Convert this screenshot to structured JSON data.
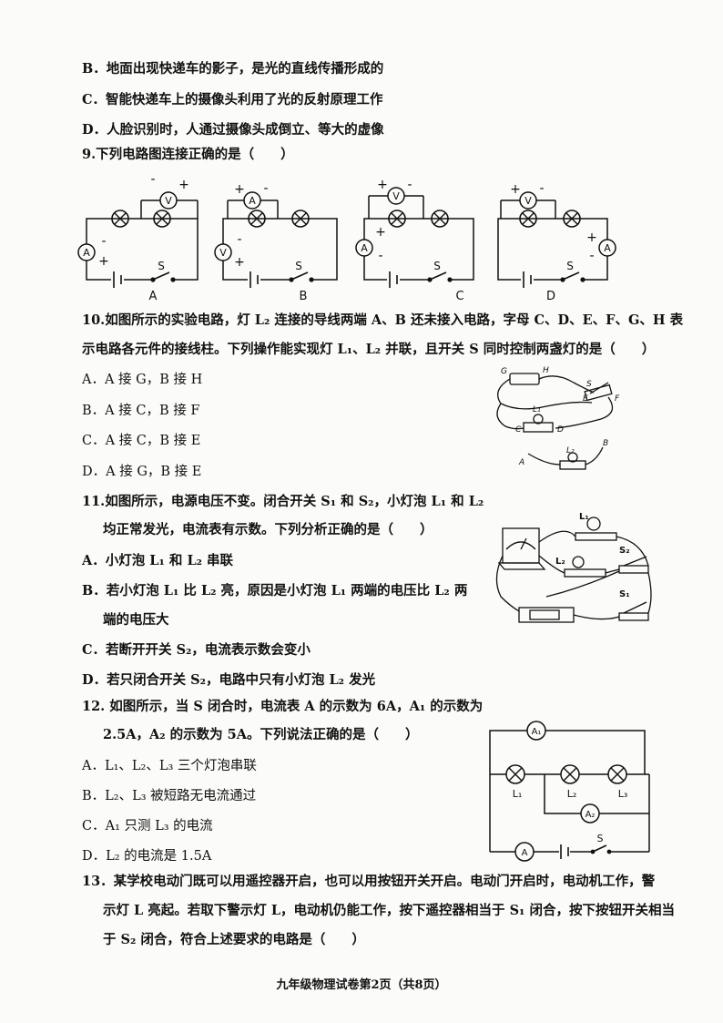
{
  "q8": {
    "optB": "B．地面出现快递车的影子，是光的直线传播形成的",
    "optC": "C．智能快递车上的摄像头利用了光的反射原理工作",
    "optD": "D．人脸识别时，人通过摄像头成倒立、等大的虚像"
  },
  "q9": {
    "stem": "9.下列电路图连接正确的是（　　）",
    "labels": [
      "A",
      "B",
      "C",
      "D"
    ],
    "switch": "S",
    "voltmeter": "V",
    "ammeter": "A",
    "plus": "+",
    "minus": "-"
  },
  "q10": {
    "stem1": "10.如图所示的实验电路，灯 L₂ 连接的导线两端 A、B 还未接入电路，字母 C、D、E、F、G、H 表",
    "stem2": "示电路各元件的接线柱。下列操作能实现灯 L₁、L₂ 并联，且开关 S 同时控制两盏灯的是（　　）",
    "optA": "A．A 接 G，B 接 H",
    "optB": "B．A 接 C，B 接 F",
    "optC": "C．A 接 C，B 接 E",
    "optD": "D．A 接 G，B 接 E",
    "fig_labels": {
      "G": "G",
      "H": "H",
      "S": "S",
      "E": "E",
      "F": "F",
      "L1": "L₁",
      "C": "C",
      "D": "D",
      "L2": "L₂",
      "A": "A",
      "B": "B"
    }
  },
  "q11": {
    "stem1": "11.如图所示，电源电压不变。闭合开关 S₁ 和 S₂，小灯泡 L₁ 和 L₂",
    "stem2": "均正常发光，电流表有示数。下列分析正确的是（　　）",
    "optA": "A．小灯泡 L₁ 和 L₂ 串联",
    "optB1": "B．若小灯泡 L₁ 比 L₂ 亮，原因是小灯泡 L₁ 两端的电压比 L₂ 两",
    "optB2": "端的电压大",
    "optC": "C．若断开开关 S₂，电流表示数会变小",
    "optD": "D．若只闭合开关 S₂，电路中只有小灯泡 L₂ 发光",
    "fig_labels": {
      "L1": "L₁",
      "L2": "L₂",
      "S1": "S₁",
      "S2": "S₂"
    }
  },
  "q12": {
    "stem1": "12. 如图所示，当 S 闭合时，电流表 A 的示数为 6A，A₁ 的示数为",
    "stem2": "2.5A，A₂ 的示数为 5A。下列说法正确的是（　　）",
    "optA": "A．L₁、L₂、L₃ 三个灯泡串联",
    "optB": "B．L₂、L₃ 被短路无电流通过",
    "optC": "C．A₁ 只测 L₃ 的电流",
    "optD": "D．L₂ 的电流是 1.5A",
    "fig_labels": {
      "A1": "A₁",
      "A2": "A₂",
      "A": "A",
      "L1": "L₁",
      "L2": "L₂",
      "L3": "L₃",
      "S": "S"
    }
  },
  "q13": {
    "stem1": "13．某学校电动门既可以用遥控器开启，也可以用按钮开关开启。电动门开启时，电动机工作，警",
    "stem2": "示灯 L 亮起。若取下警示灯 L，电动机仍能工作，按下遥控器相当于 S₁ 闭合，按下按钮开关相当",
    "stem3": "于 S₂ 闭合，符合上述要求的电路是（　　）"
  },
  "footer": "九年级物理试卷第2页（共8页）"
}
